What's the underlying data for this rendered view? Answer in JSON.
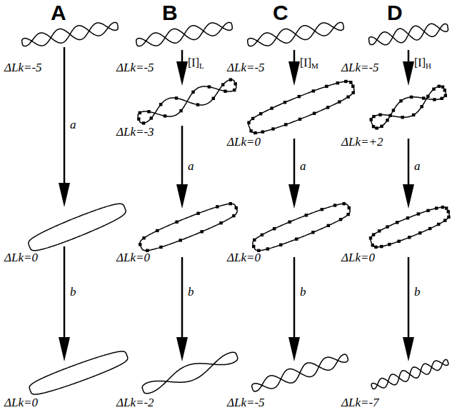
{
  "diagram": {
    "labels": [
      "A",
      "B",
      "C",
      "D",
      "ΔLk=-5",
      "ΔLk=-5",
      "ΔLk=-5",
      "ΔLk=-5",
      "a",
      "[I]L",
      "[I]M",
      "[I]H",
      "ΔLk=-3",
      "ΔLk=0",
      "ΔLk=+2",
      "a",
      "a",
      "a",
      "ΔLk=0",
      "ΔLk=0",
      "ΔLk=0",
      "ΔLk=0",
      "b",
      "b",
      "b",
      "b",
      "ΔLk=0",
      "ΔLk=-2",
      "ΔLk=-5",
      "ΔLk=-7"
    ]
  }
}
